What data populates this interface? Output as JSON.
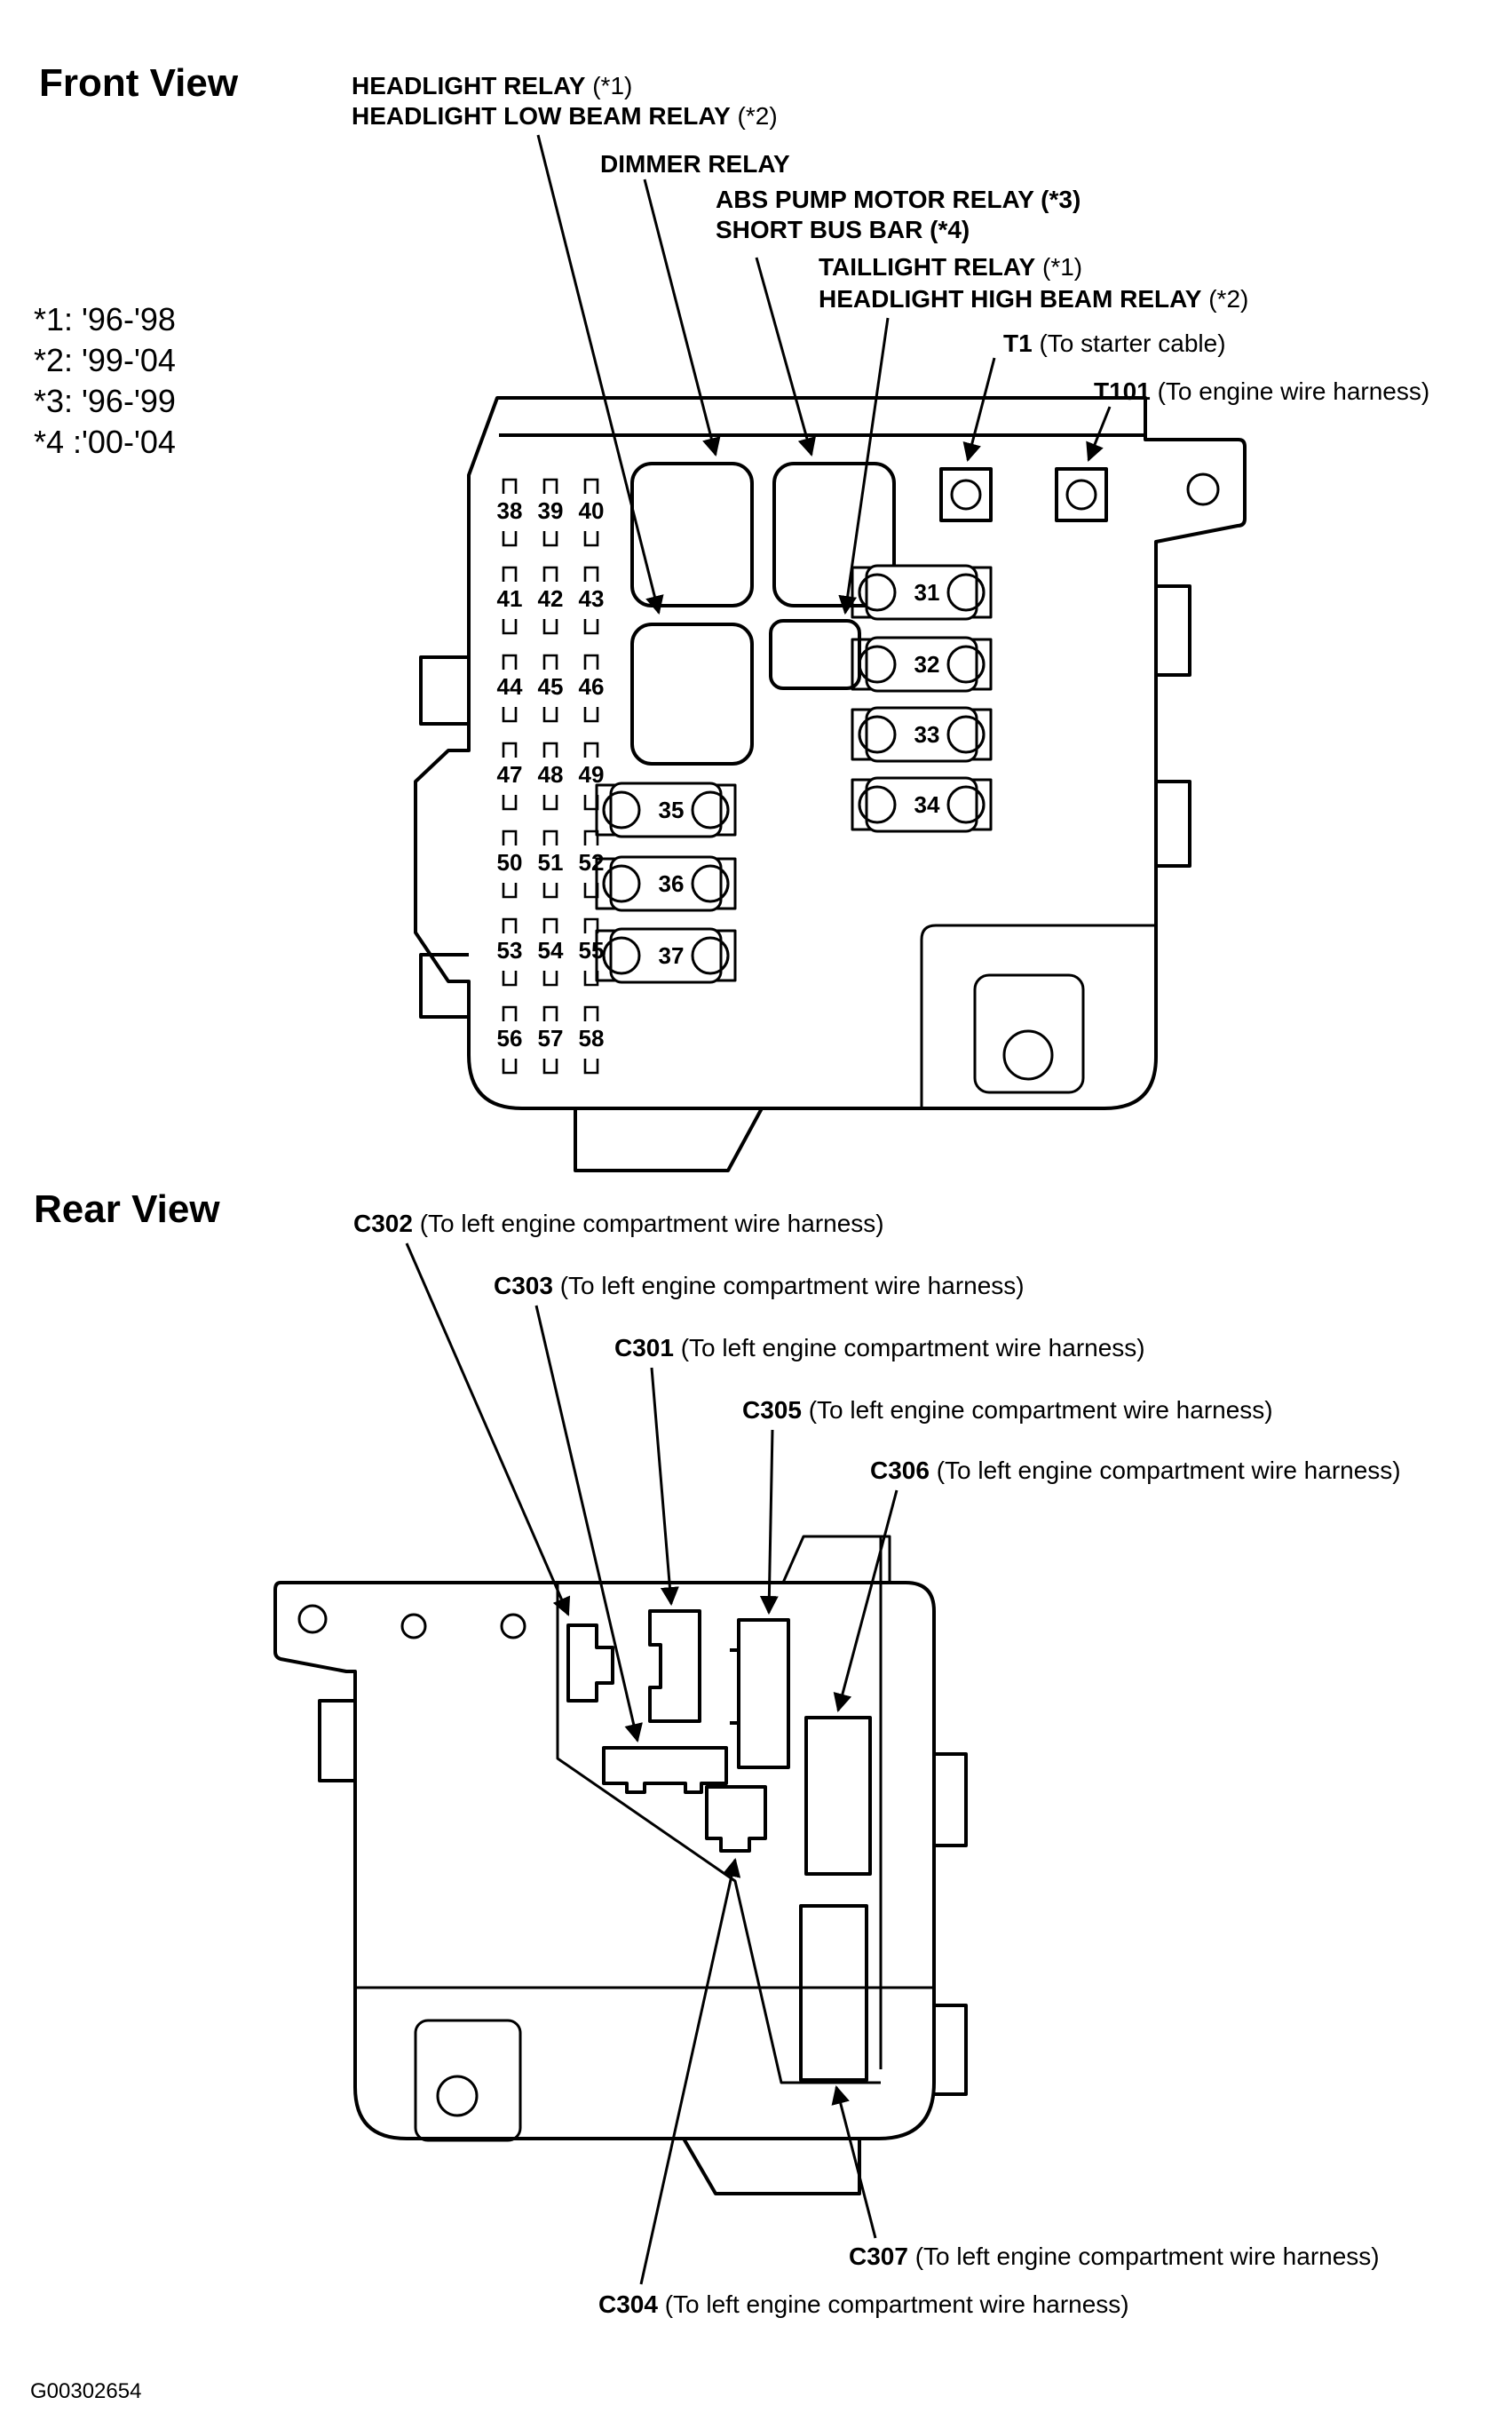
{
  "front": {
    "title": "Front View",
    "notes": [
      "*1: '96-'98",
      "*2: '99-'04",
      "*3: '96-'99",
      "*4 :'00-'04"
    ],
    "labels": {
      "headlight_relay": {
        "bold": "HEADLIGHT RELAY",
        "tail": " (*1)"
      },
      "headlight_low": {
        "bold": "HEADLIGHT LOW BEAM RELAY",
        "tail": " (*2)"
      },
      "dimmer": {
        "bold": "DIMMER RELAY",
        "tail": ""
      },
      "abs": {
        "bold": "ABS PUMP MOTOR RELAY (*3)",
        "tail": ""
      },
      "short_bus": {
        "bold": "SHORT BUS BAR (*4)",
        "tail": ""
      },
      "taillight": {
        "bold": "TAILLIGHT RELAY",
        "tail": " (*1)"
      },
      "headlight_high": {
        "bold": "HEADLIGHT HIGH BEAM RELAY",
        "tail": " (*2)"
      },
      "t1": {
        "bold": "T1",
        "tail": " (To starter cable)"
      },
      "t101": {
        "bold": "T101",
        "tail": " (To engine wire harness)"
      }
    },
    "large_fuses": [
      "31",
      "32",
      "33",
      "34",
      "35",
      "36",
      "37"
    ],
    "small_fuses": [
      "38",
      "39",
      "40",
      "41",
      "42",
      "43",
      "44",
      "45",
      "46",
      "47",
      "48",
      "49",
      "50",
      "51",
      "52",
      "53",
      "54",
      "55",
      "56",
      "57",
      "58"
    ]
  },
  "rear": {
    "title": "Rear View",
    "labels": {
      "c302": {
        "bold": "C302",
        "tail": " (To left engine compartment wire harness)"
      },
      "c303": {
        "bold": "C303",
        "tail": " (To left engine compartment wire harness)"
      },
      "c301": {
        "bold": "C301",
        "tail": " (To left engine compartment wire harness)"
      },
      "c305": {
        "bold": "C305",
        "tail": " (To left engine compartment wire harness)"
      },
      "c306": {
        "bold": "C306",
        "tail": " (To left engine compartment wire harness)"
      },
      "c307": {
        "bold": "C307",
        "tail": " (To left engine compartment wire harness)"
      },
      "c304": {
        "bold": "C304",
        "tail": " (To left engine compartment wire harness)"
      }
    }
  },
  "footer_code": "G00302654"
}
